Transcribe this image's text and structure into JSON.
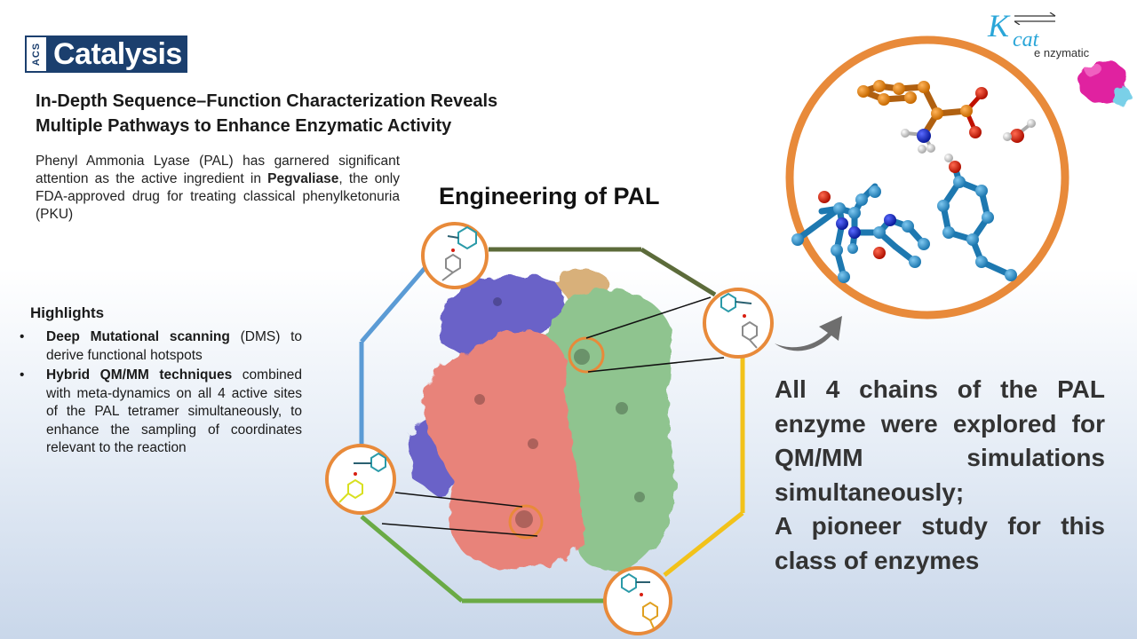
{
  "journal": {
    "acs_label": "ACS",
    "name": "Catalysis"
  },
  "title_line1": "In-Depth Sequence–Function Characterization Reveals",
  "title_line2": "Multiple Pathways to Enhance Enzymatic Activity",
  "intro": {
    "part1": "Phenyl Ammonia Lyase (PAL) has garnered significant attention as the active ingredient in ",
    "bold": "Pegvaliase",
    "part2": ", the only FDA-approved drug for treating classical phenylketonuria (PKU)"
  },
  "engineering_title": "Engineering of PAL",
  "highlights": {
    "title": "Highlights",
    "bullet": "•",
    "items": [
      {
        "bold": "Deep Mutational scanning",
        "rest": " (DMS) to derive functional hotspots"
      },
      {
        "bold": "Hybrid QM/MM techniques",
        "rest": " combined with meta-dynamics on all 4 active sites of the PAL tetramer simultaneously, to enhance the sampling of coordinates relevant to the reaction"
      }
    ]
  },
  "conclusion": {
    "line1": "All 4 chains of the PAL enzyme were explored for QM/MM simulations simultaneously;",
    "line2": "A pioneer study for this class of enzymes"
  },
  "kcat_logo": {
    "k": "K",
    "cat": "cat",
    "enzymatic": "e nzymatic"
  },
  "colors": {
    "orange": "#e88a3a",
    "blue_edge": "#5b9bd5",
    "olive_edge": "#5c6b3a",
    "yellow_edge": "#f2c21a",
    "green_edge": "#6aaa45",
    "chain_purple": "#6a62c8",
    "chain_salmon": "#e8837a",
    "chain_green": "#8fc48f",
    "chain_tan": "#d8b07a",
    "atom_orange": "#dd7a10",
    "atom_blue": "#2e8fc9",
    "atom_red": "#d81e10",
    "atom_navy": "#1a2ac0"
  }
}
